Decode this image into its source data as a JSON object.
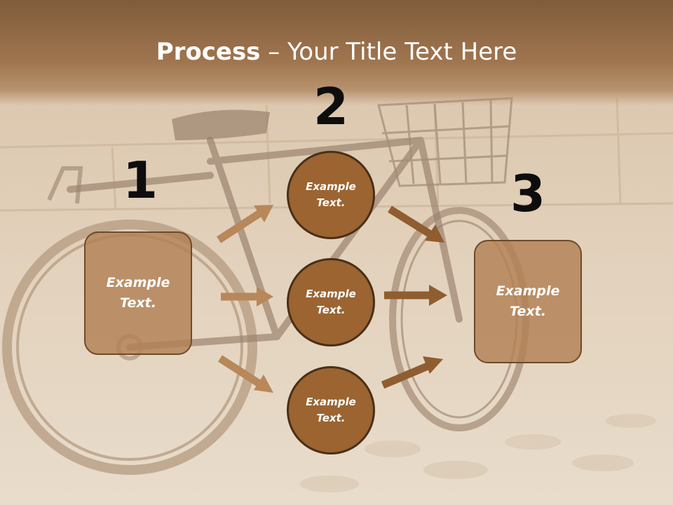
{
  "title": {
    "bold": "Process",
    "rest": " – Your Title Text Here"
  },
  "steps": [
    {
      "number": "1",
      "box_text": "Example Text."
    },
    {
      "number": "2"
    },
    {
      "number": "3",
      "box_text": "Example Text."
    }
  ],
  "circles": [
    {
      "text": "Example Text."
    },
    {
      "text": "Example Text."
    },
    {
      "text": "Example Text."
    }
  ],
  "colors": {
    "title_band": "#7f5c3a",
    "box_fill": "#b28054",
    "circle_fill": "#9b6431",
    "circle_border": "#4a2f17",
    "arrow_light": "#b8875a",
    "arrow_dark": "#8f5d30"
  }
}
